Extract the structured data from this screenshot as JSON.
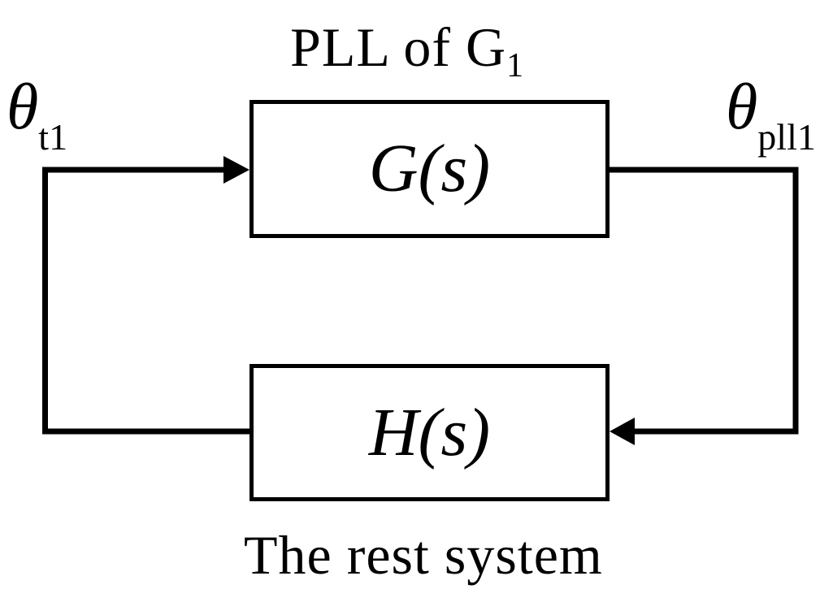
{
  "diagram": {
    "background": "#ffffff",
    "ink_color": "#000000",
    "top_caption": {
      "text": "PLL of G",
      "subscript": "1"
    },
    "bottom_caption": "The rest system",
    "g_block": {
      "label": "G(s)"
    },
    "h_block": {
      "label": "H(s)"
    },
    "input_label": {
      "symbol": "θ",
      "subscript": "t1"
    },
    "output_label": {
      "symbol": "θ",
      "subscript": "pll1"
    }
  }
}
